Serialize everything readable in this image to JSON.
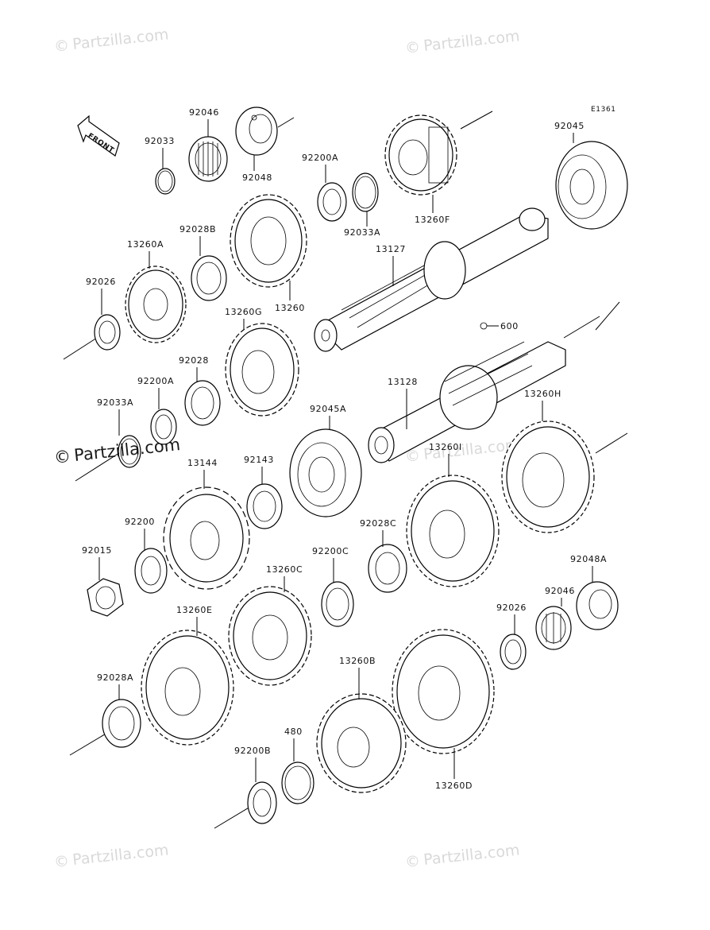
{
  "diagram_code": "E1361",
  "front_label": "FRONT",
  "watermark": "Partzilla.com",
  "copyright_symbol": "©",
  "callout_600": "600",
  "labels": {
    "p92046": "92046",
    "p92033": "92033",
    "p92048": "92048",
    "p92200A": "92200A",
    "p92033A": "92033A",
    "p13260F": "13260F",
    "p92045": "92045",
    "p92028B": "92028B",
    "p13260A": "13260A",
    "p13260": "13260",
    "p13127": "13127",
    "p92026": "92026",
    "p13260G": "13260G",
    "p92028": "92028",
    "p92200A_2": "92200A",
    "p92033A_2": "92033A",
    "p13128": "13128",
    "p92045A": "92045A",
    "p13260H": "13260H",
    "p13144": "13144",
    "p92143": "92143",
    "p13260I": "13260I",
    "p92200": "92200",
    "p92015": "92015",
    "p92028C": "92028C",
    "p92200C": "92200C",
    "p13260C": "13260C",
    "p92048A": "92048A",
    "p92046_2": "92046",
    "p92026_2": "92026",
    "p13260E": "13260E",
    "p92028A": "92028A",
    "p13260B": "13260B",
    "p480": "480",
    "p92200B": "92200B",
    "p13260D": "13260D"
  }
}
